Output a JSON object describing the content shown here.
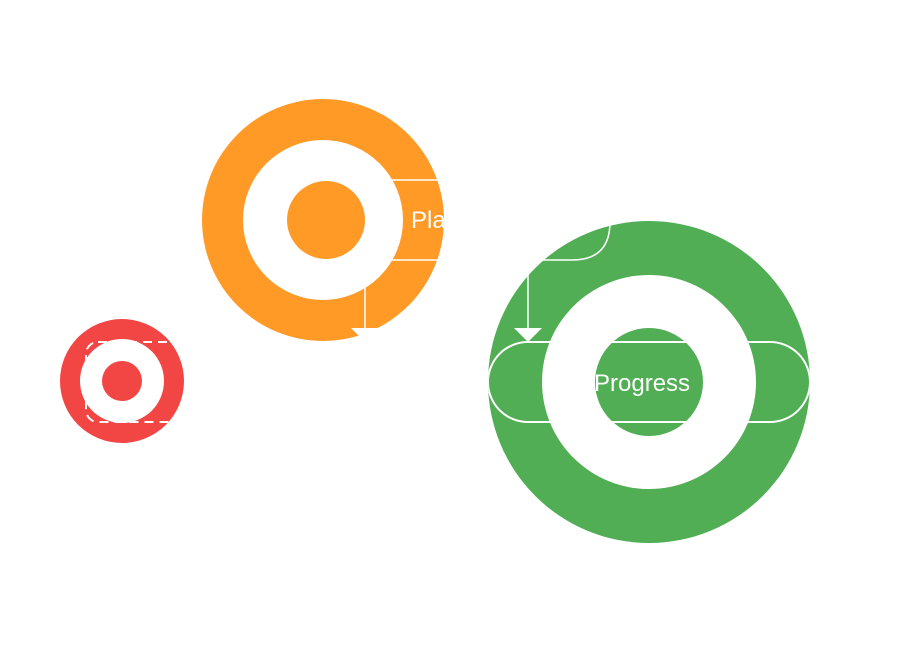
{
  "diagram": {
    "colors": {
      "background": "#ffffff",
      "orange": "#FF9A27",
      "green": "#51AE55",
      "red": "#F24645",
      "line": "#ffffff"
    },
    "nodes": [
      {
        "id": "plan",
        "label": "Pla",
        "color": "#FF9A27"
      },
      {
        "id": "progress",
        "label": "Progress",
        "color": "#51AE55"
      },
      {
        "id": "start",
        "label": "",
        "color": "#F24645"
      }
    ],
    "edges": [
      {
        "from": "plan",
        "to": "progress"
      },
      {
        "from": "plan",
        "to": "below"
      }
    ]
  }
}
